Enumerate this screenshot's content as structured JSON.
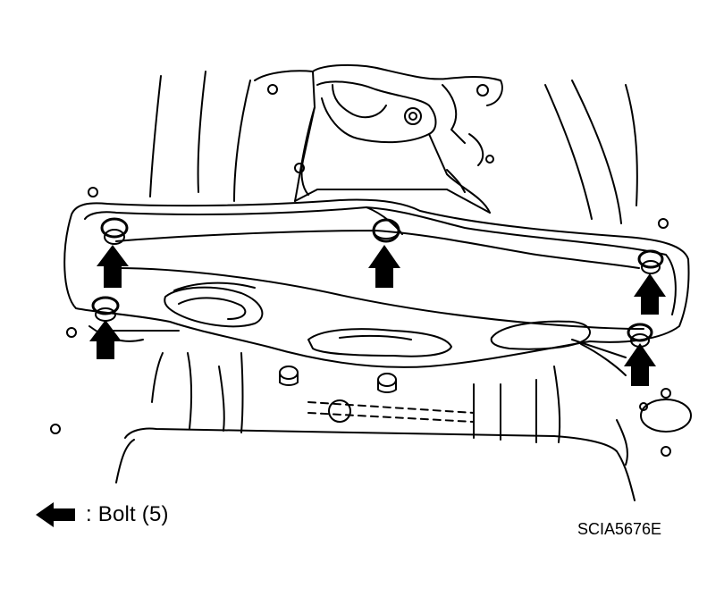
{
  "legend": {
    "symbol": "arrow-left-icon",
    "text": ": Bolt (5)"
  },
  "figure_code": "SCIA5676E",
  "bolts": {
    "count": 5
  },
  "colors": {
    "line": "#000000",
    "background": "#ffffff"
  }
}
